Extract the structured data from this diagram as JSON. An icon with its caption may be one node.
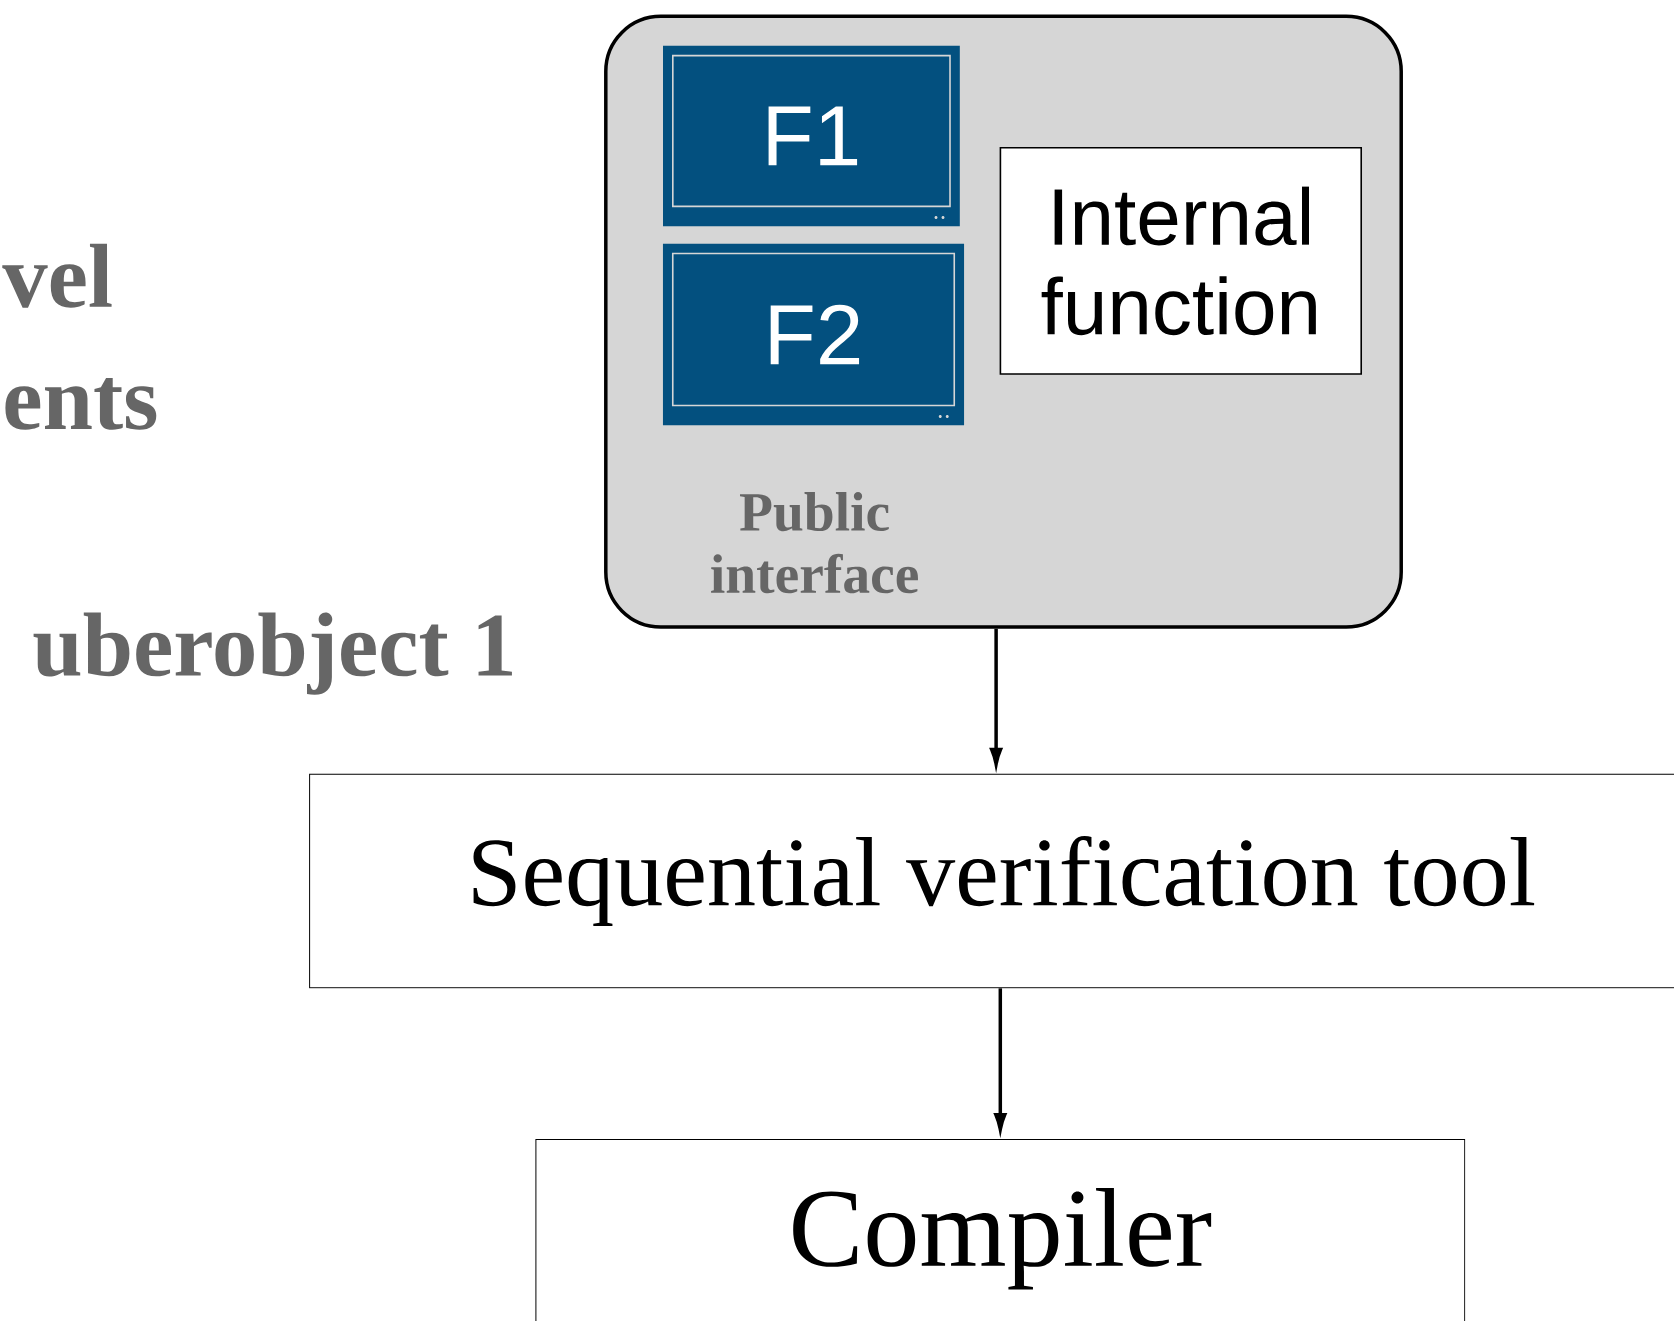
{
  "diagram": {
    "nodes": [
      {
        "text": [
          "Public interface"
        ],
        "beside": [
          "uberobject 1"
        ]
      },
      {
        "text": [
          "F1"
        ],
        "in": 0
      },
      {
        "text": [
          "F2"
        ],
        "in": 0
      },
      {
        "text": [
          "Internal function"
        ],
        "in": 0
      },
      {
        "text": [
          "Sequential verification tool"
        ]
      },
      {
        "text": [
          "Compiler"
        ]
      }
    ],
    "edges": [
      {
        "from": 0,
        "to": 4,
        "arrow": "to"
      },
      {
        "from": 4,
        "to": 5,
        "arrow": "to"
      }
    ],
    "labels": [
      "vel",
      "ents"
    ]
  }
}
